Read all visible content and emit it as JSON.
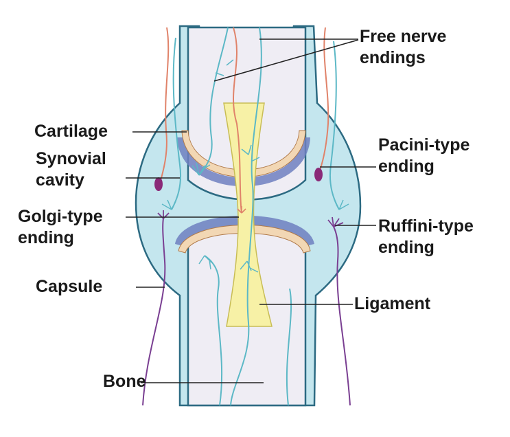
{
  "labels": {
    "free_nerve_endings": [
      "Free nerve",
      "endings"
    ],
    "cartilage": "Cartilage",
    "synovial_cavity": [
      "Synovial",
      "cavity"
    ],
    "golgi_type_ending": [
      "Golgi-type",
      "ending"
    ],
    "capsule": "Capsule",
    "bone": "Bone",
    "pacini_type_ending": [
      "Pacini-type",
      "ending"
    ],
    "ruffini_type_ending": [
      "Ruffini-type",
      "ending"
    ],
    "ligament": "Ligament"
  },
  "colors": {
    "capsule_fill": "#c4e6ee",
    "capsule_outline": "#2c6a82",
    "bone_fill": "#efedf4",
    "cartilage_fill": "#f2d7b4",
    "synovial_fill": "#6f7fbf",
    "ligament_fill": "#f7f1a6",
    "nerve_teal": "#5cb8c6",
    "nerve_orange": "#e0836a",
    "nerve_purple": "#7a3f92",
    "pacini_body": "#8a2a78",
    "leader_line": "#222222"
  }
}
